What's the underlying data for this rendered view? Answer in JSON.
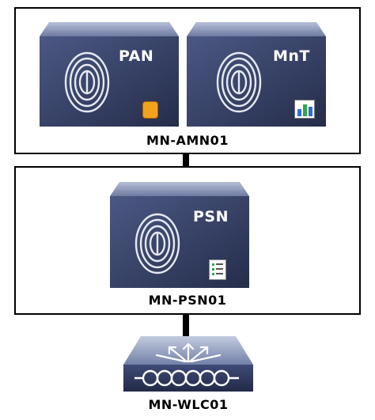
{
  "nodes": {
    "pan": {
      "role": "PAN",
      "badge": "admin-badge-icon"
    },
    "mnt": {
      "role": "MnT",
      "badge": "bar-chart-icon"
    },
    "psn": {
      "role": "PSN",
      "badge": "checklist-icon"
    },
    "wlc": {
      "badge": "wireless-controller-icon"
    }
  },
  "groups": {
    "amn": {
      "hostname": "MN-AMN01"
    },
    "psn": {
      "hostname": "MN-PSN01"
    },
    "wlc": {
      "hostname": "MN-WLC01"
    }
  },
  "colors": {
    "appliance_front": "#3d4a73",
    "appliance_top": "#8a96b8",
    "fingerprint": "#e6e9f2",
    "connector": "#000000"
  }
}
